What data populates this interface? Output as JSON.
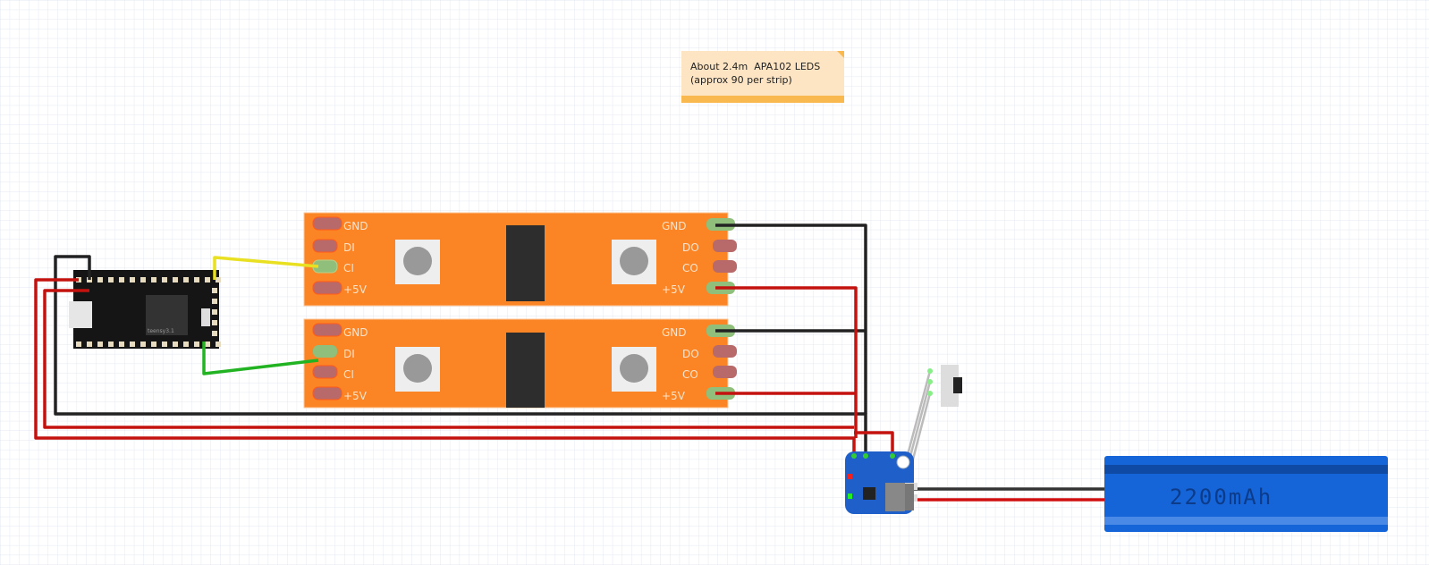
{
  "note": {
    "line1": "About 2.4m  APA102 LEDS",
    "line2": "(approx 90 per strip)"
  },
  "strips": [
    {
      "left_pins": [
        "GND",
        "DI",
        "CI",
        "+5V"
      ],
      "right_pins": [
        "GND",
        "DO",
        "CO",
        "+5V"
      ]
    },
    {
      "left_pins": [
        "GND",
        "DI",
        "CI",
        "+5V"
      ],
      "right_pins": [
        "GND",
        "DO",
        "CO",
        "+5V"
      ]
    }
  ],
  "microcontroller": {
    "label": "teensy3.1"
  },
  "battery": {
    "label": "2200mAh"
  },
  "colors": {
    "strip": "#fb8424",
    "battery": "#1565d8",
    "charger": "#1f5fc9",
    "wire_red": "#c4120e",
    "wire_black": "#222222",
    "wire_yellow": "#e8e020",
    "wire_green": "#22b322",
    "note": "#fde5c4"
  }
}
